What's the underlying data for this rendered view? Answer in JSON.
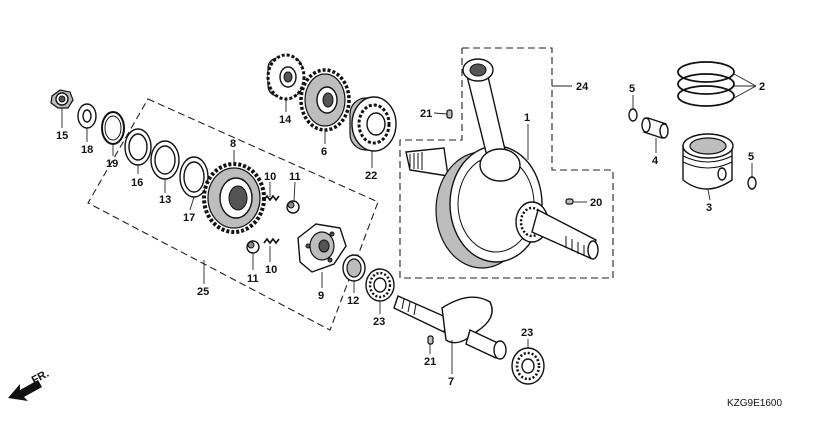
{
  "diagram_code": "KZG9E1600",
  "front_indicator": "FR.",
  "callouts": {
    "c1": "1",
    "c2": "2",
    "c3": "3",
    "c4": "4",
    "c5a": "5",
    "c5b": "5",
    "c6": "6",
    "c7": "7",
    "c8": "8",
    "c9": "9",
    "c10a": "10",
    "c10b": "10",
    "c11a": "11",
    "c11b": "11",
    "c12": "12",
    "c13": "13",
    "c14": "14",
    "c15": "15",
    "c16": "16",
    "c17": "17",
    "c18": "18",
    "c19": "19",
    "c20": "20",
    "c21a": "21",
    "c21b": "21",
    "c22": "22",
    "c23a": "23",
    "c23b": "23",
    "c24": "24",
    "c25": "25"
  }
}
